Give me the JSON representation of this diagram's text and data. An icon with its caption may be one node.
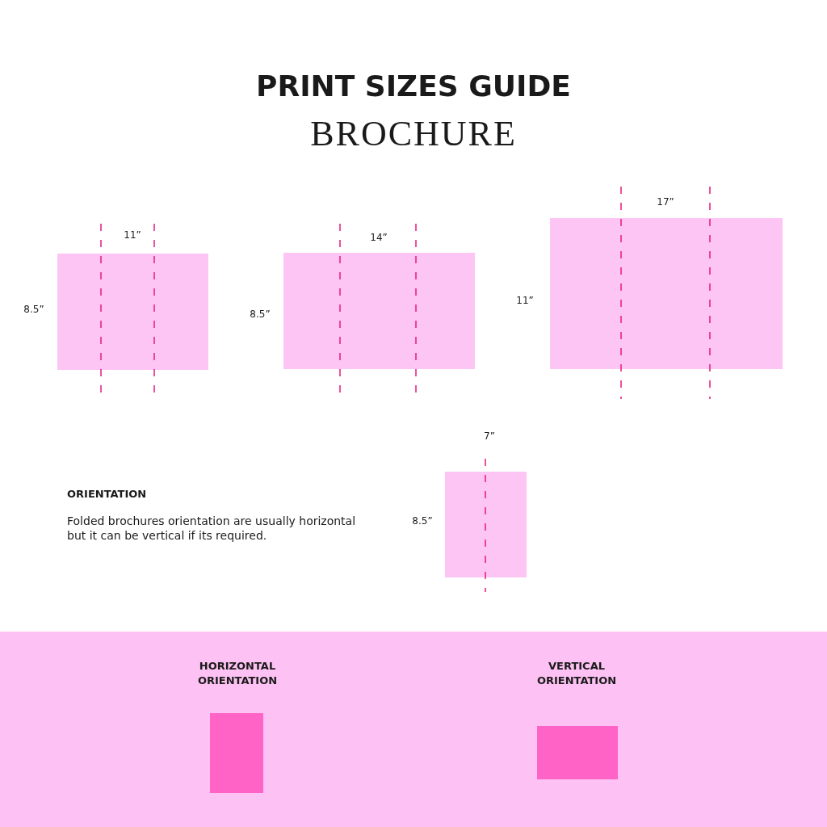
{
  "diagram": {
    "title": "PRINT SIZES GUIDE",
    "labels": [
      "BROCHURE",
      "11”",
      "8.5”",
      "14”",
      "8.5”",
      "17”",
      "11”",
      "7”",
      "8.5”",
      "ORIENTATION",
      "Folded brochures orientation are usually horizontal but it can be vertical if its required.",
      "HORIZONTAL ORIENTATION",
      "VERTICAL ORIENTATION"
    ]
  }
}
